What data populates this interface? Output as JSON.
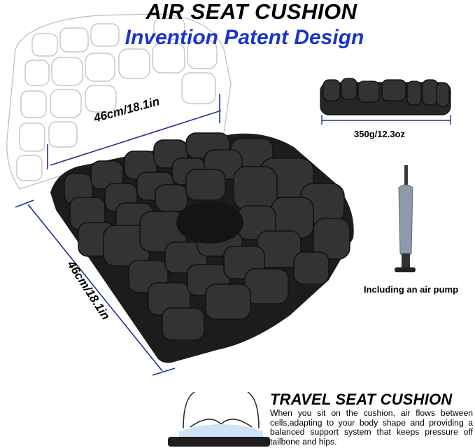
{
  "title": "AIR SEAT CUSHION",
  "subtitle": "Invention Patent Design",
  "dimensions": {
    "width_label": "46cm/18.1in",
    "depth_label": "46cm/18.1in"
  },
  "weight": "350g/12.3oz",
  "accessory": "Including an air pump",
  "travel": {
    "heading": "TRAVEL SEAT CUSHION",
    "description": "When you sit on the cushion, air flows between cells,adapting to your body shape and providing a balanced support system that keeps pressure off tailbone and hips."
  },
  "colors": {
    "subtitle": "#1a35c9",
    "dimension_line": "#1f2f8f",
    "cushion": "#2b2b2b",
    "outline_sketch": "#9aa0aa",
    "pump_body": "#8e99ab"
  }
}
